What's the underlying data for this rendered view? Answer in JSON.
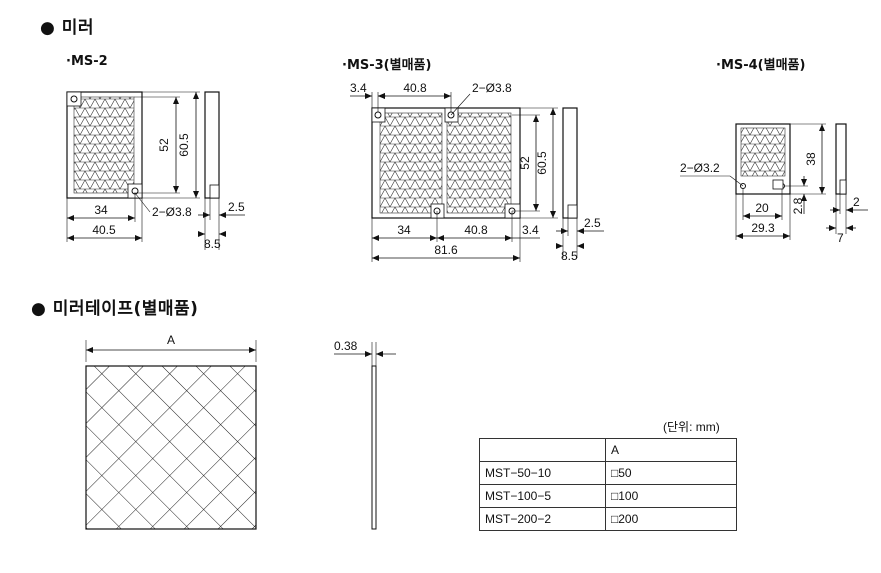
{
  "sections": {
    "mirror": {
      "title": "미러"
    },
    "tape": {
      "title": "미러테이프(별매품)"
    }
  },
  "models": {
    "ms2": {
      "title": "·MS-2",
      "dims": {
        "height_inner": "52",
        "height_outer": "60.5",
        "hole": "2−Ø3.8",
        "width_inner": "34",
        "width_outer": "40.5",
        "thick_a": "2.5",
        "thick_b": "8.5"
      }
    },
    "ms3": {
      "title": "·MS-3(별매품)",
      "dims": {
        "offset": "3.4",
        "width_top": "40.8",
        "hole": "2−Ø3.8",
        "height_inner": "52",
        "height_outer": "60.5",
        "width_left": "34",
        "width_right": "40.8",
        "offset_right": "3.4",
        "total": "81.6",
        "thick_a": "2.5",
        "thick_b": "8.5"
      }
    },
    "ms4": {
      "title": "·MS-4(별매품)",
      "dims": {
        "hole": "2−Ø3.2",
        "height": "38",
        "width_inner": "20",
        "width_outer": "29.3",
        "offset": "2.8",
        "thick_a": "2",
        "thick_b": "7"
      }
    }
  },
  "tape": {
    "dim_a": "A",
    "thickness": "0.38"
  },
  "table": {
    "unit": "(단위: mm)",
    "header": [
      "",
      "A"
    ],
    "rows": [
      [
        "MST−50−10",
        "□50"
      ],
      [
        "MST−100−5",
        "□100"
      ],
      [
        "MST−200−2",
        "□200"
      ]
    ]
  }
}
